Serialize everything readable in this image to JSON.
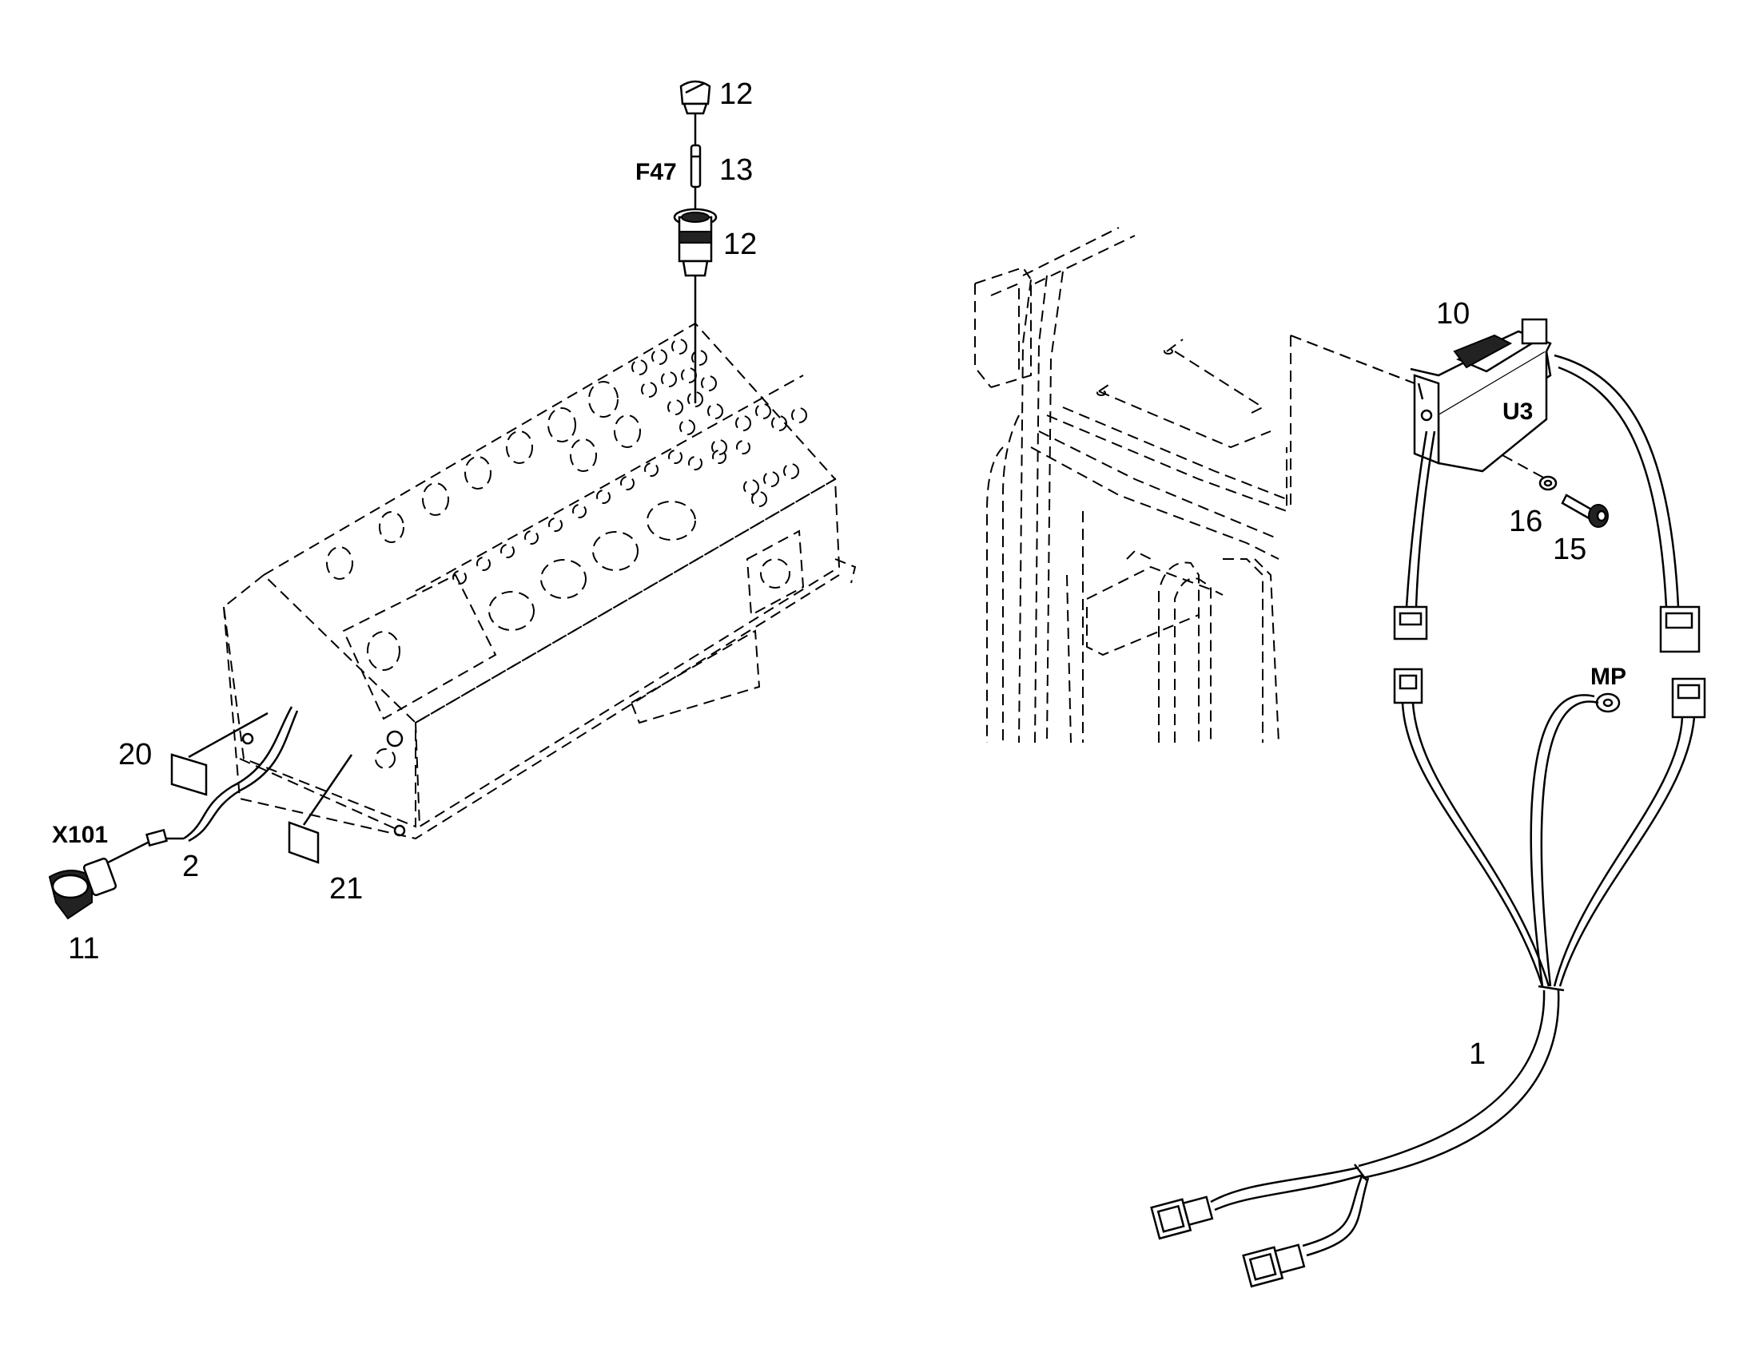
{
  "diagram": {
    "callouts": {
      "c12_top": "12",
      "c13": "13",
      "c12_mid": "12",
      "c10": "10",
      "c16": "16",
      "c15": "15",
      "c20": "20",
      "c2": "2",
      "c21": "21",
      "c11": "11",
      "c1": "1"
    },
    "codes": {
      "fuse": "F47",
      "socket_connector": "X101",
      "module": "U3",
      "ground_point": "MP"
    }
  }
}
